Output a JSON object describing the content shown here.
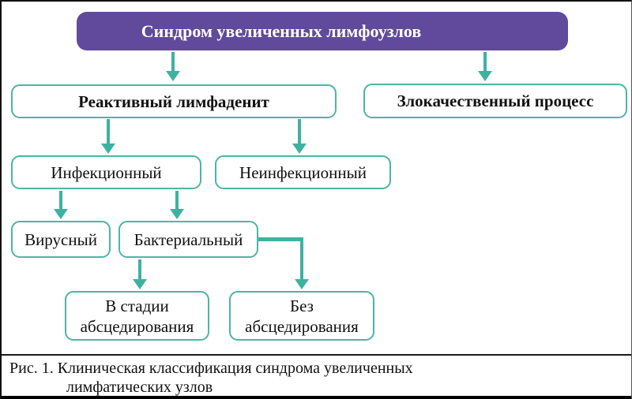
{
  "diagram": {
    "title_node": "Синдром увеличенных лимфоузлов",
    "nodes": {
      "reactive": "Реактивный лимфаденит",
      "malignant": "Злокачественный процесс",
      "infectious": "Инфекционный",
      "noninfectious": "Неинфекционный",
      "viral": "Вирусный",
      "bacterial": "Бактериальный",
      "abscess_stage": "В стадии абсцедирования",
      "without_abscess": "Без абсцедирования"
    },
    "edges": [
      "root->reactive",
      "root->malignant",
      "reactive->infectious",
      "reactive->noninfectious",
      "infectious->viral",
      "infectious->bacterial",
      "bacterial->abscess_stage",
      "bacterial->without_abscess"
    ],
    "colors": {
      "root_background": "#614a9b",
      "root_text": "#ffffff",
      "node_border": "#4db5a4",
      "arrow": "#3eb2a0",
      "node_text": "#111111",
      "frame": "#000000",
      "background": "#ffffff"
    }
  },
  "caption": {
    "line1": "Рис. 1. Клиническая классификация синдрома увеличенных",
    "line2": "лимфатических узлов"
  }
}
